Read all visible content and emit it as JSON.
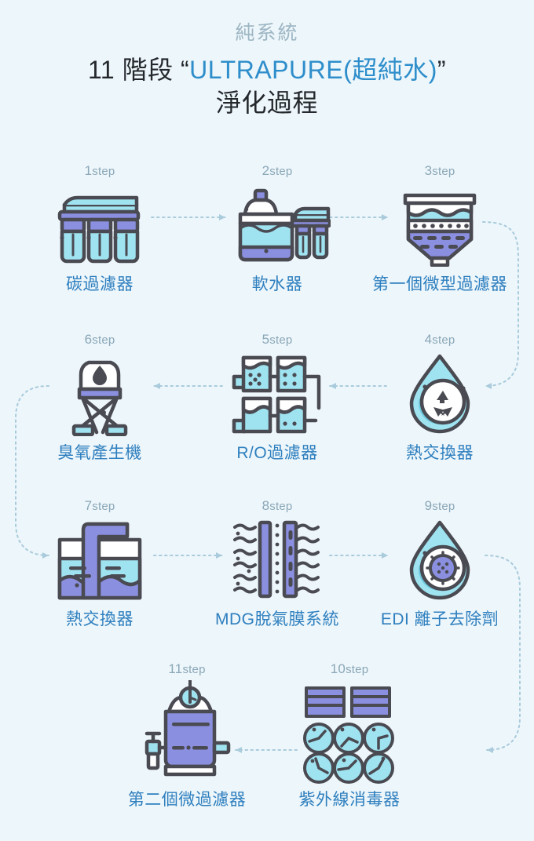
{
  "header": {
    "subtitle": "純系統",
    "prefix": "11 階段",
    "quote_open": "“",
    "accent": "ULTRAPURE(超純水)",
    "quote_close": "”",
    "line2": "淨化過程"
  },
  "colors": {
    "background": "#EDF6FA",
    "outline": "#4A4A52",
    "cyan": "#9FE3F0",
    "cyan_dark": "#6FC9DE",
    "purple": "#8B8FE0",
    "label_blue": "#2E7FBF",
    "step_num": "#8AA7B8",
    "accent_blue": "#2E8ECB",
    "connector": "#A9CBDC"
  },
  "steps": [
    {
      "num": "1",
      "num_suffix": "step",
      "label": "碳過濾器",
      "icon": "carbon-filter-icon"
    },
    {
      "num": "2",
      "num_suffix": "step",
      "label": "軟水器",
      "icon": "water-softener-icon"
    },
    {
      "num": "3",
      "num_suffix": "step",
      "label": "第一個微型過濾器",
      "icon": "micro-filter-icon"
    },
    {
      "num": "6",
      "num_suffix": "step",
      "label": "臭氧產生機",
      "icon": "ozone-generator-icon"
    },
    {
      "num": "5",
      "num_suffix": "step",
      "label": "R/O過濾器",
      "icon": "ro-filter-icon"
    },
    {
      "num": "4",
      "num_suffix": "step",
      "label": "熱交換器",
      "icon": "heat-exchanger-droplet-icon"
    },
    {
      "num": "7",
      "num_suffix": "step",
      "label": "熱交換器",
      "icon": "heat-exchanger-tank-icon"
    },
    {
      "num": "8",
      "num_suffix": "step",
      "label": "MDG脫氣膜系統",
      "icon": "degassing-membrane-icon"
    },
    {
      "num": "9",
      "num_suffix": "step",
      "label": "EDI 離子去除劑",
      "icon": "edi-ion-droplet-icon"
    },
    {
      "num": "11",
      "num_suffix": "step",
      "label": "第二個微過濾器",
      "icon": "second-micro-filter-icon"
    },
    {
      "num": "10",
      "num_suffix": "step",
      "label": "紫外線消毒器",
      "icon": "uv-sterilizer-icon"
    }
  ]
}
